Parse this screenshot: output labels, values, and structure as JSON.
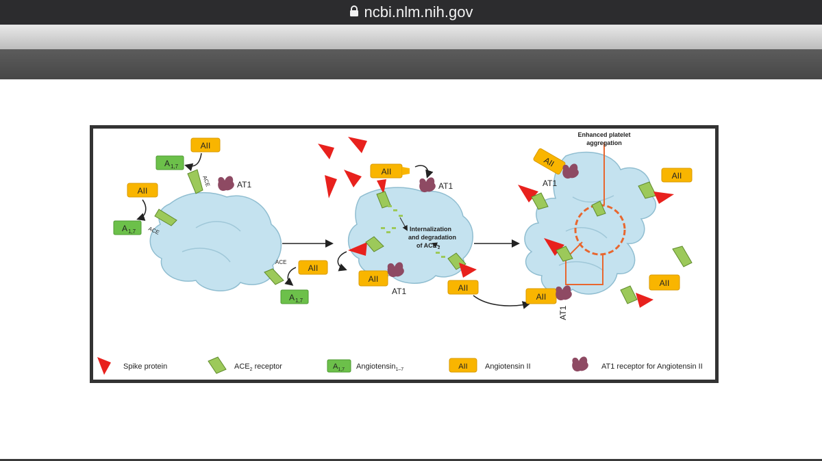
{
  "browser": {
    "url": "ncbi.nlm.nih.gov",
    "lock_icon": "lock-icon"
  },
  "figure": {
    "labels": {
      "aii": "AII",
      "a17": "A",
      "a17_sub": "1,7",
      "ace": "ACE",
      "ace_sub": "2",
      "at1": "AT1",
      "internalization_line1": "Internalization",
      "internalization_line2": "and degradation",
      "internalization_line3": "of ACE",
      "internalization_sub": "2",
      "platelet_line1": "Enhanced platelet",
      "platelet_line2": "aggregation"
    },
    "legend": {
      "spike": "Spike protein",
      "ace2": "ACE",
      "ace2_sub": "2",
      "ace2_rest": " receptor",
      "a17_box": "A",
      "a17_box_sub": "1,7",
      "angiotensin17": "Angiotensin",
      "angiotensin17_sub": "1–7",
      "aii_box": "AII",
      "angiotensin2": "Angiotensin II",
      "at1": "AT1 receptor for Angiotensin II"
    },
    "colors": {
      "cell": "#c4e2ef",
      "cell_stroke": "#8fbdd0",
      "spike": "#e8211d",
      "ace2": "#9cc95a",
      "a17": "#6cc04a",
      "aii": "#f9b500",
      "at1": "#8e4a63",
      "platelet": "#e8662e"
    }
  }
}
